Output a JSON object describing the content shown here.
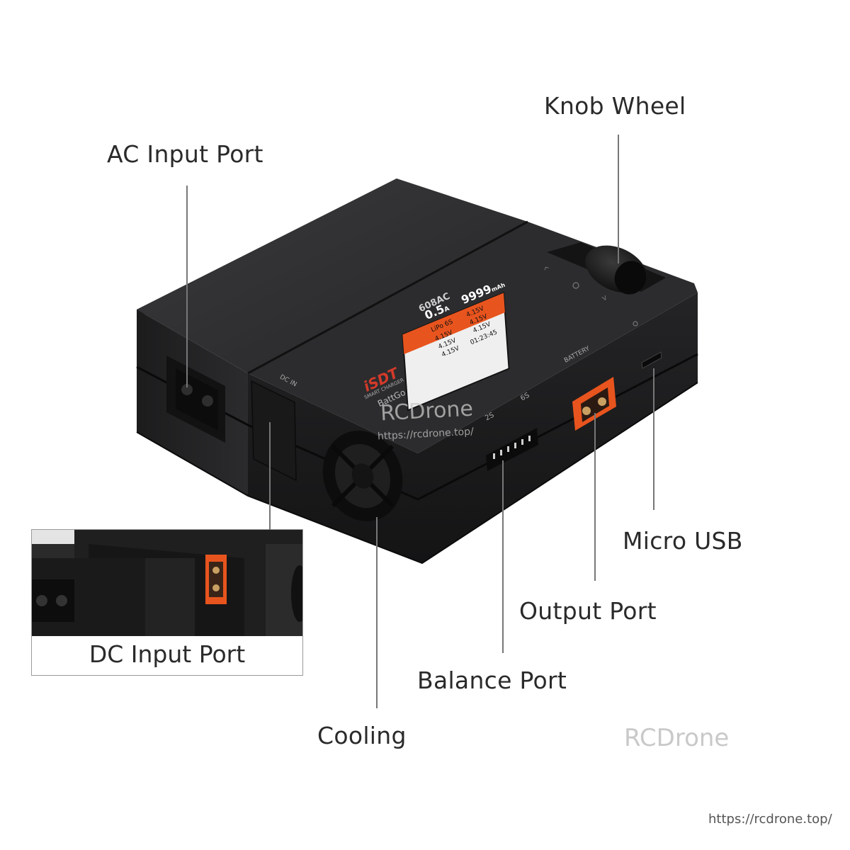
{
  "callouts": {
    "knob_wheel": "Knob Wheel",
    "ac_input_port": "AC Input Port",
    "micro_usb": "Micro USB",
    "output_port": "Output Port",
    "dc_input_port": "DC Input Port",
    "balance_port": "Balance Port",
    "cooling": "Cooling"
  },
  "device": {
    "model": "608AC",
    "brand": "iSDT",
    "brand_tagline": "SMART CHARGER",
    "brand_series": "BattGo",
    "dc_in_label": "DC IN",
    "battery_label": "BATTERY",
    "balance_range_low": "2S",
    "balance_range_high": "6S",
    "display": {
      "current": "0.5",
      "current_unit": "A",
      "capacity": "9999",
      "capacity_unit": "mAh",
      "battery_type": "LiPo 6S",
      "cells": [
        "4.15V",
        "4.15V",
        "4.15V",
        "4.15V",
        "4.15V",
        "4.15V"
      ],
      "timer": "01:23:45"
    }
  },
  "watermarks": {
    "center_name": "RCDrone",
    "center_url": "https://rcdrone.top/",
    "bottom_right_name": "RCDrone",
    "footer_url": "https://rcdrone.top/"
  },
  "colors": {
    "device_body": "#1e1e1f",
    "accent_orange": "#e8541e",
    "leader_line": "#777777"
  }
}
